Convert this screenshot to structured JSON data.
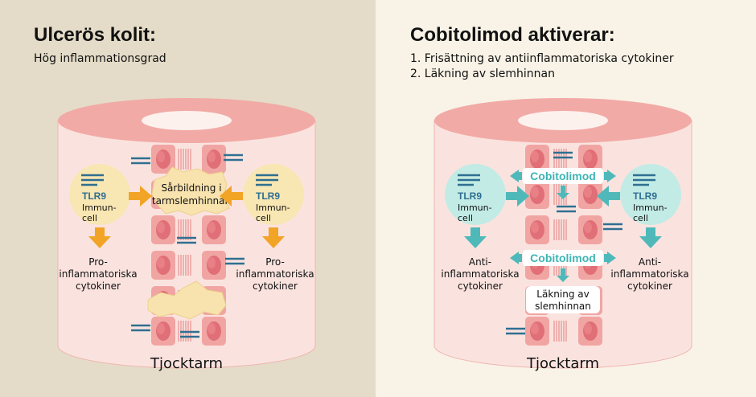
{
  "left": {
    "title": "Ulcerös kolit:",
    "subtitle": "Hög inflammationsgrad",
    "wound_label": [
      "Sårbildning i",
      "tarmslemhinnan"
    ],
    "cell_left": {
      "tlr": "TLR9",
      "line1": "Immun-",
      "line2": "cell"
    },
    "cell_right": {
      "tlr": "TLR9",
      "line1": "Immun-",
      "line2": "cell"
    },
    "output_left": [
      "Pro-",
      "inflammatoriska",
      "cytokiner"
    ],
    "output_right": [
      "Pro-",
      "inflammatoriska",
      "cytokiner"
    ],
    "organ_label": "Tjocktarm"
  },
  "right": {
    "title": "Cobitolimod aktiverar:",
    "points": [
      "1. Frisättning av antiinflammatoriska cytokiner",
      "2. Läkning av slemhinnan"
    ],
    "drug_label_top": "Cobitolimod",
    "drug_label_mid": "Cobitolimod",
    "healing_label": [
      "Läkning av",
      "slemhinnan"
    ],
    "cell_left": {
      "tlr": "TLR9",
      "line1": "Immun-",
      "line2": "cell"
    },
    "cell_right": {
      "tlr": "TLR9",
      "line1": "Immun-",
      "line2": "cell"
    },
    "output_left": [
      "Anti-",
      "inflammatoriska",
      "cytokiner"
    ],
    "output_right": [
      "Anti-",
      "inflammatoriska",
      "cytokiner"
    ],
    "organ_label": "Tjocktarm"
  },
  "colors": {
    "left_bg": "#e4dcc8",
    "right_bg": "#f9f3e7",
    "tissue": "#fae3df",
    "tissue_top": "#f2aaa6",
    "cell": "#f1a5a3",
    "nucleus": "#e06f77",
    "wound": "#f8e3ae",
    "arrow_orange": "#f2a427",
    "arrow_teal": "#4fb9b9",
    "tlr_blue": "#2f6f91",
    "label_teal": "#3fb4b4",
    "immune_left": "#f8e6b3",
    "immune_right": "#c2ebe5",
    "text": "#111111"
  }
}
